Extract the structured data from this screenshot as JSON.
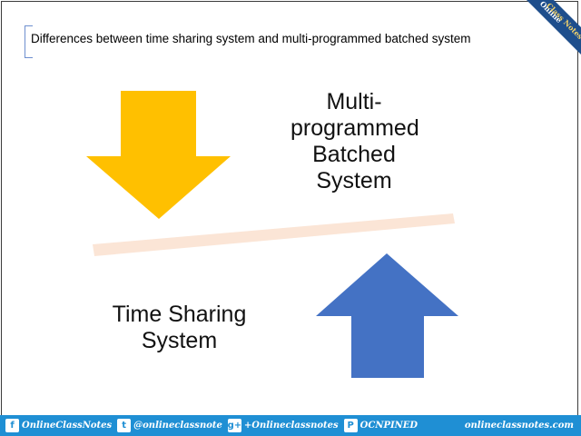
{
  "slide": {
    "title": "Differences between time sharing system and multi-programmed batched system"
  },
  "corner_logo": {
    "line1": "Online",
    "line2": "Class Notes"
  },
  "labels": {
    "multi_line1": "Multi-",
    "multi_line2": "programmed",
    "multi_line3": "Batched",
    "multi_line4": "System",
    "time_line1": "Time Sharing",
    "time_line2": "System"
  },
  "colors": {
    "down_arrow": "#ffc000",
    "up_arrow": "#4472c4",
    "balance_bar": "#fbe5d6",
    "footer_bg": "#1f8fd4"
  },
  "footer": {
    "facebook_icon_glyph": "f",
    "facebook_text": "OnlineClassNotes",
    "twitter_icon_glyph": "t",
    "twitter_text": "@onlineclassnote",
    "gplus_icon_glyph": "g+",
    "gplus_text": "+Onlineclassnotes",
    "pinterest_icon_glyph": "P",
    "pinterest_text": "OCNPINED",
    "site_text": "onlineclassnotes.com"
  }
}
